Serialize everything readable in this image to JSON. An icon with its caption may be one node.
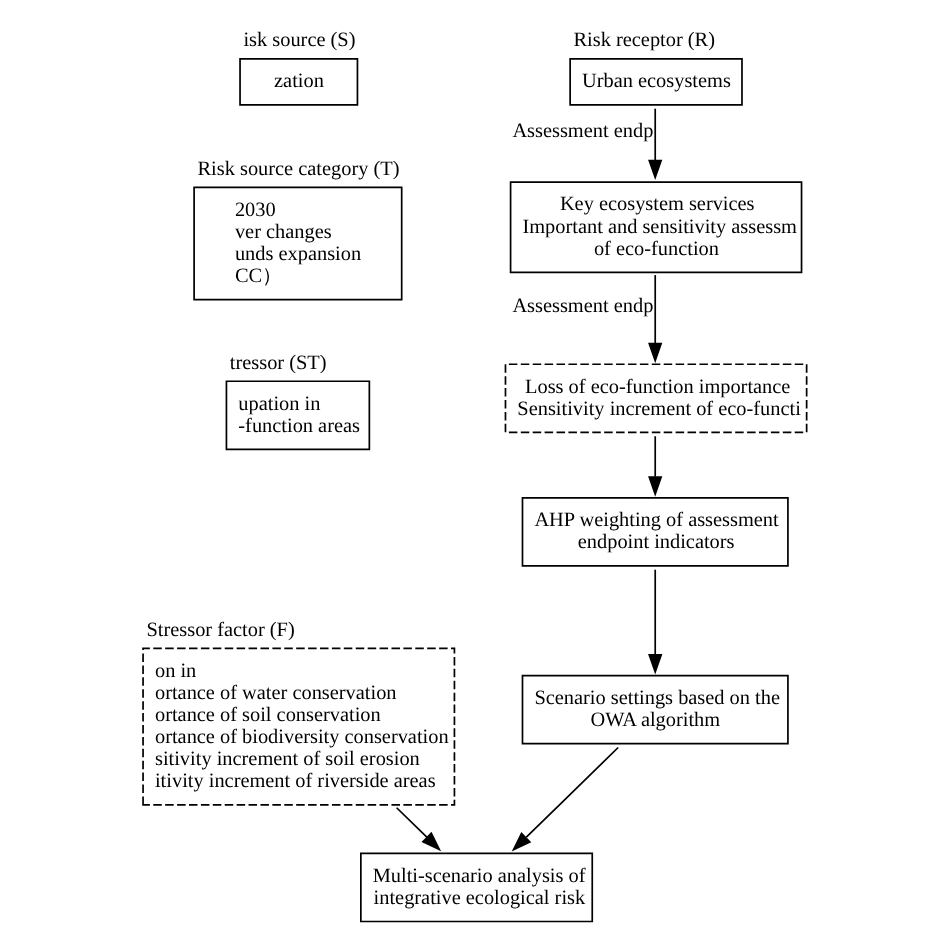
{
  "diagram": {
    "nodes": [
      {
        "text": [
          "isk source (S)",
          "zation"
        ]
      },
      {
        "text": [
          "Risk source category (T)",
          "2030 ver changes unds expansion CC）"
        ]
      },
      {
        "text": [
          "tressor (ST)",
          "upation in -function areas"
        ]
      },
      {
        "text": [
          "Stressor factor (F)",
          "on in ortance of water conservation ortance of soil conservation ortance of biodiversity conservation sitivity increment of soil erosion itivity increment of riverside areas"
        ]
      },
      {
        "text": [
          "Risk receptor (R)",
          "Urban ecosystems"
        ]
      },
      {
        "text": [
          "Key ecosystem services Important and sensitivity assessm of eco-function"
        ]
      },
      {
        "text": [
          "Loss of eco-function importance Sensitivity increment of eco-functi"
        ]
      },
      {
        "text": [
          "AHP weighting of assessment endpoint indicators"
        ]
      },
      {
        "text": [
          "Scenario settings based on the OWA algorithm"
        ]
      },
      {
        "text": [
          "Multi-scenario analysis of integrative ecological risk"
        ]
      }
    ],
    "edges": [
      {
        "from": 4,
        "to": 5,
        "arrow": "to",
        "label": "Assessment endp"
      },
      {
        "from": 5,
        "to": 6,
        "arrow": "to",
        "label": "Assessment endp"
      },
      {
        "from": 6,
        "to": 7,
        "arrow": "to"
      },
      {
        "from": 7,
        "to": 8,
        "arrow": "to"
      },
      {
        "from": 3,
        "to": 9,
        "arrow": "to"
      },
      {
        "from": 8,
        "to": 9,
        "arrow": "to"
      }
    ]
  }
}
